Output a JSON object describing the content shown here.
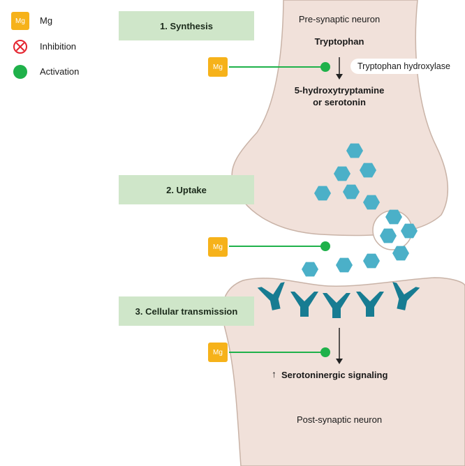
{
  "legend": {
    "mg_badge": "Mg",
    "mg_label": "Mg",
    "inhibition_label": "Inhibition",
    "activation_label": "Activation"
  },
  "steps": {
    "synthesis": "1. Synthesis",
    "uptake": "2. Uptake",
    "transmission": "3. Cellular transmission"
  },
  "badges": {
    "mg": "Mg"
  },
  "presynaptic": {
    "title": "Pre-synaptic neuron",
    "substrate": "Tryptophan",
    "enzyme": "Tryptophan hydroxylase",
    "product_line1": "5-hydroxytryptamine",
    "product_line2": "or serotonin"
  },
  "postsynaptic": {
    "signal_arrow": "↑",
    "signal": "Serotoninergic signaling",
    "title": "Post-synaptic neuron"
  },
  "colors": {
    "neuron_fill": "#f1e1da",
    "neuron_stroke": "#c9b3a7",
    "step_box": "#cfe6c9",
    "mg_badge": "#f6b21a",
    "activation": "#1fb14a",
    "inhibition": "#e4232e",
    "serotonin": "#4bb0c8",
    "receptor": "#177c92"
  }
}
